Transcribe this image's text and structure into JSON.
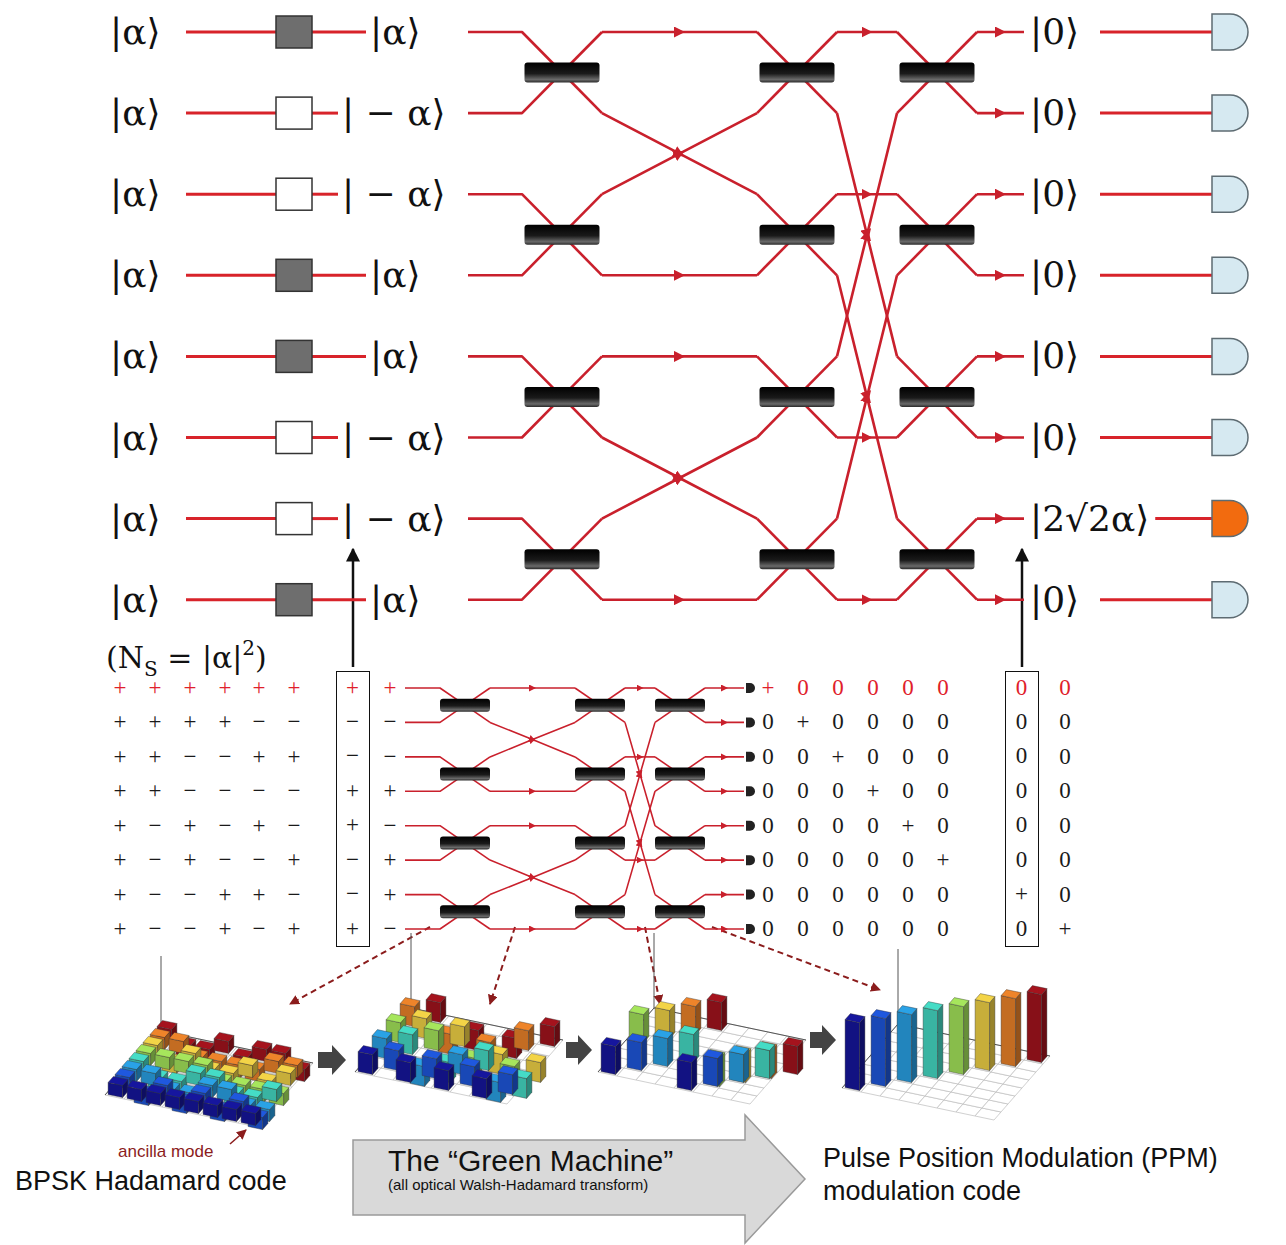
{
  "diagram": {
    "nodes": [
      {
        "text": [
          "+",
          "−",
          "−",
          "+",
          "+",
          "−",
          "−",
          "+"
        ]
      },
      {
        "text": [
          "0",
          "0",
          "0",
          "0",
          "0",
          "0",
          "+",
          "0"
        ]
      },
      {
        "text": [
          "The “Green Machine”",
          "(all optical Walsh-Hadamard transform)"
        ]
      }
    ],
    "labels": [
      "|α⟩",
      "|α⟩",
      "|α⟩",
      "|α⟩",
      "|α⟩",
      "|α⟩",
      "|α⟩",
      "|α⟩",
      "|α⟩",
      "| − α⟩",
      "| − α⟩",
      "|α⟩",
      "|α⟩",
      "| − α⟩",
      "| − α⟩",
      "|α⟩",
      "|0⟩",
      "|0⟩",
      "|0⟩",
      "|0⟩",
      "|0⟩",
      "|0⟩",
      "|2√2α⟩",
      "|0⟩",
      "(N",
      "S",
      " = |α|",
      "2",
      ")",
      "+",
      "+",
      "+",
      "+",
      "+",
      "+",
      "+",
      "+",
      "+",
      "+",
      "+",
      "−",
      "−",
      "−",
      "+",
      "+",
      "−",
      "−",
      "+",
      "+",
      "−",
      "+",
      "+",
      "−",
      "−",
      "−",
      "−",
      "+",
      "+",
      "−",
      "+",
      "−",
      "+",
      "−",
      "−",
      "+",
      "−",
      "+",
      "−",
      "−",
      "+",
      "+",
      "+",
      "−",
      "−",
      "+",
      "+",
      "−",
      "+",
      "+",
      "−",
      "−",
      "+",
      "−",
      "+",
      "−",
      "+",
      "0",
      "0",
      "0",
      "0",
      "0",
      "0",
      "0",
      "+",
      "0",
      "0",
      "0",
      "0",
      "0",
      "0",
      "0",
      "+",
      "0",
      "0",
      "0",
      "0",
      "0",
      "0",
      "0",
      "+",
      "0",
      "0",
      "0",
      "0",
      "0",
      "0",
      "0",
      "+",
      "0",
      "0",
      "0",
      "0",
      "0",
      "0",
      "0",
      "+",
      "0",
      "0",
      "0",
      "0",
      "0",
      "0",
      "0",
      "0",
      "0",
      "0",
      "0",
      "0",
      "0",
      "0",
      "+",
      "ancilla mode",
      "BPSK Hadamard code",
      "Pulse Position Modulation (PPM) modulation code"
    ]
  }
}
